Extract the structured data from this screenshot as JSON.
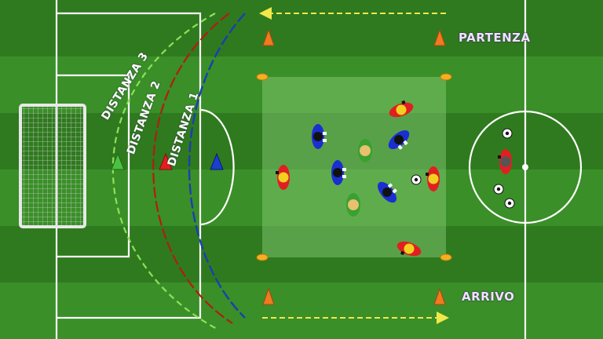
{
  "labels": {
    "start": "PARTENZA",
    "finish": "ARRIVO",
    "distance_1": "DISTANZA 1",
    "distance_2": "DISTANZA 2",
    "distance_3": "DISTANZA 3"
  },
  "colors": {
    "grass_dark": "#2f7a1f",
    "grass_light": "#3a8f28",
    "line": "#ffffff",
    "arc_distance_1": "#1a3fb0",
    "arc_distance_2": "#b01e10",
    "arc_distance_3": "#8fe05a",
    "arrow": "#f2e84a",
    "team_blue": "#1a2fd0",
    "team_red": "#e02020",
    "team_green": "#3aa030",
    "cone": "#f07a20",
    "disc": "#f5b020",
    "zone": "#7cc06a"
  },
  "icons": [
    "goal-net-icon",
    "cone-icon",
    "disc-marker-icon",
    "ball-icon",
    "player-icon",
    "arrow-icon"
  ]
}
